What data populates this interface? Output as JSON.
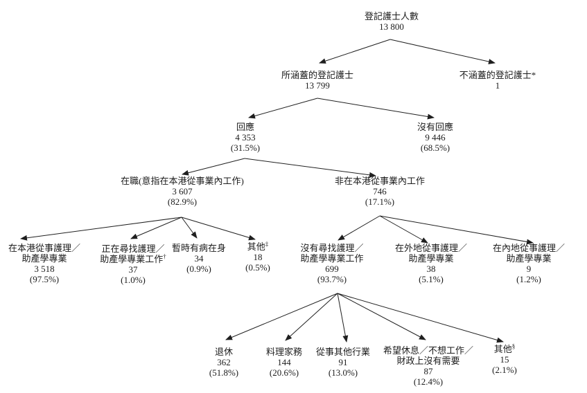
{
  "nodes": {
    "root": {
      "lines": [
        "登記護士人數"
      ],
      "value": "13 800"
    },
    "covered": {
      "lines": [
        "所涵蓋的登記護士"
      ],
      "value": "13 799"
    },
    "not_covered": {
      "lines": [
        "不涵蓋的登記護士*"
      ],
      "value": "1"
    },
    "responded": {
      "lines": [
        "回應"
      ],
      "value": "4 353",
      "percent": "(31.5%)"
    },
    "no_response": {
      "lines": [
        "沒有回應"
      ],
      "value": "9 446",
      "percent": "(68.5%)"
    },
    "employed": {
      "lines": [
        "在職(意指在本港從事業內工作)"
      ],
      "value": "3 607",
      "percent": "(82.9%)"
    },
    "not_in_hk_industry": {
      "lines": [
        "非在本港從事業內工作"
      ],
      "value": "746",
      "percent": "(17.1%)"
    },
    "practising_hk": {
      "lines": [
        "在本港從事護理／",
        "助產學專業"
      ],
      "value": "3 518",
      "percent": "(97.5%)"
    },
    "seeking_work": {
      "lines": [
        "正在尋找護理／",
        "助產學專業工作"
      ],
      "marker": "†",
      "value": "37",
      "percent": "(1.0%)"
    },
    "temporarily_ill": {
      "lines": [
        "暫時有病在身"
      ],
      "value": "34",
      "percent": "(0.9%)"
    },
    "others_employed": {
      "lines": [
        "其他"
      ],
      "marker": "‡",
      "value": "18",
      "percent": "(0.5%)"
    },
    "not_seeking": {
      "lines": [
        "沒有尋找護理／",
        "助產學專業工作"
      ],
      "value": "699",
      "percent": "(93.7%)"
    },
    "overseas": {
      "lines": [
        "在外地從事護理／",
        "助產學專業"
      ],
      "value": "38",
      "percent": "(5.1%)"
    },
    "mainland": {
      "lines": [
        "在內地從事護理／",
        "助產學專業"
      ],
      "value": "9",
      "percent": "(1.2%)"
    },
    "retired": {
      "lines": [
        "退休"
      ],
      "value": "362",
      "percent": "(51.8%)"
    },
    "housework": {
      "lines": [
        "料理家務"
      ],
      "value": "144",
      "percent": "(20.6%)"
    },
    "other_industry": {
      "lines": [
        "從事其他行業"
      ],
      "value": "91",
      "percent": "(13.0%)"
    },
    "wish_to_rest": {
      "lines": [
        "希望休息／不想工作／",
        "財政上沒有需要"
      ],
      "value": "87",
      "percent": "(12.4%)"
    },
    "others_not_seeking": {
      "lines": [
        "其他"
      ],
      "marker": "§",
      "value": "15",
      "percent": "(2.1%)"
    }
  },
  "edges": [
    {
      "from": "root",
      "to": "covered"
    },
    {
      "from": "root",
      "to": "not_covered"
    },
    {
      "from": "covered",
      "to": "responded"
    },
    {
      "from": "covered",
      "to": "no_response"
    },
    {
      "from": "responded",
      "to": "employed"
    },
    {
      "from": "responded",
      "to": "not_in_hk_industry"
    },
    {
      "from": "employed",
      "to": "practising_hk"
    },
    {
      "from": "employed",
      "to": "seeking_work"
    },
    {
      "from": "employed",
      "to": "temporarily_ill"
    },
    {
      "from": "employed",
      "to": "others_employed"
    },
    {
      "from": "not_in_hk_industry",
      "to": "not_seeking"
    },
    {
      "from": "not_in_hk_industry",
      "to": "overseas"
    },
    {
      "from": "not_in_hk_industry",
      "to": "mainland"
    },
    {
      "from": "not_seeking",
      "to": "retired"
    },
    {
      "from": "not_seeking",
      "to": "housework"
    },
    {
      "from": "not_seeking",
      "to": "other_industry"
    },
    {
      "from": "not_seeking",
      "to": "wish_to_rest"
    },
    {
      "from": "not_seeking",
      "to": "others_not_seeking"
    }
  ]
}
